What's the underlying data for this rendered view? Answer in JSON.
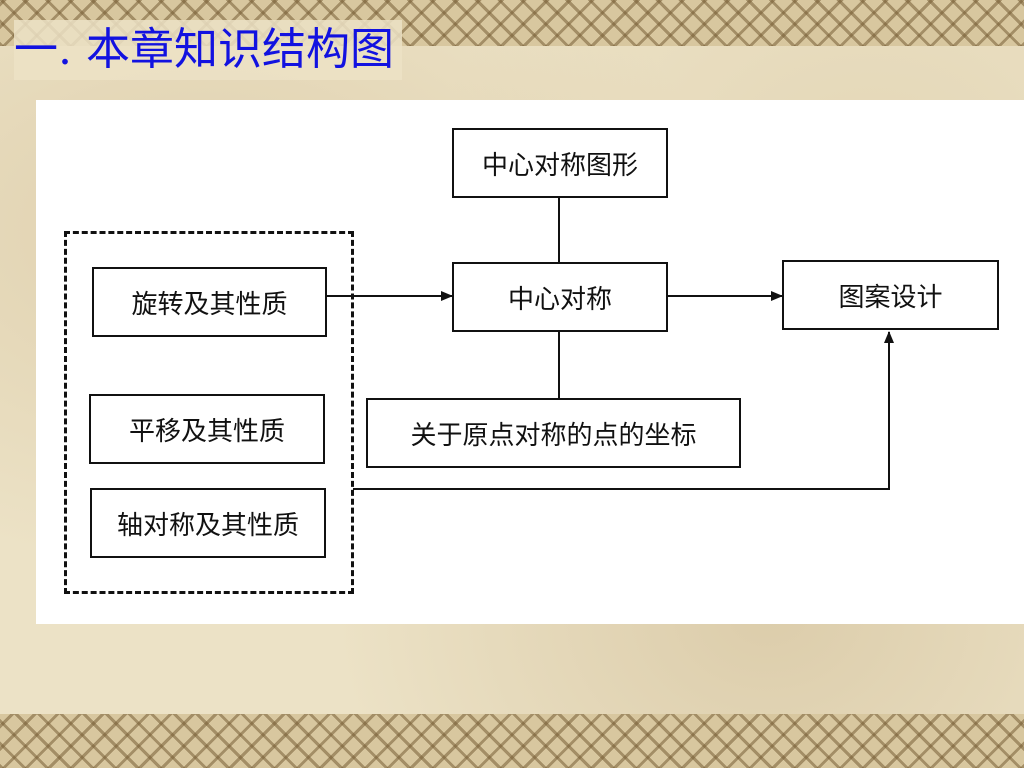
{
  "slide": {
    "title": "一. 本章知识结构图"
  },
  "diagram": {
    "nodes": {
      "central_symmetric_figure": "中心对称图形",
      "central_symmetry": "中心对称",
      "pattern_design": "图案设计",
      "rotation": "旋转及其性质",
      "translation": "平移及其性质",
      "axial_symmetry": "轴对称及其性质",
      "origin_symmetric_coords": "关于原点对称的点的坐标"
    },
    "colors": {
      "title": "#1212e0",
      "line": "#111111",
      "panel": "#ffffff"
    }
  }
}
